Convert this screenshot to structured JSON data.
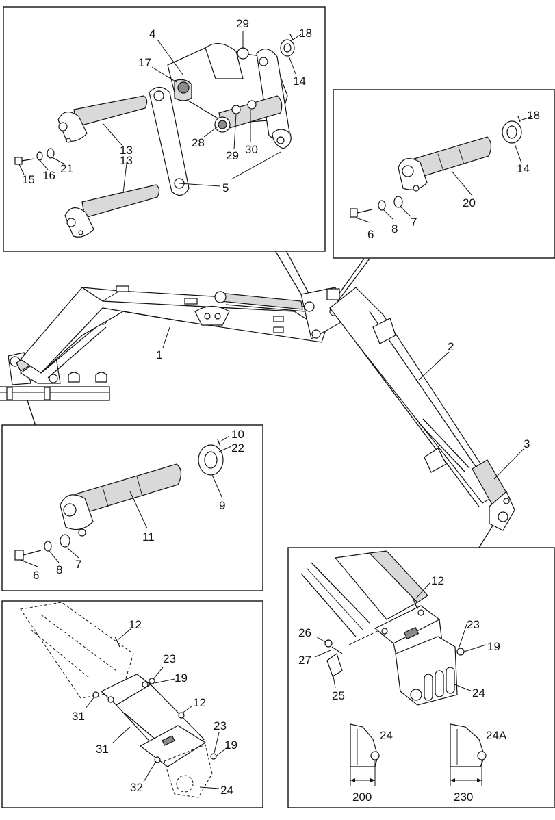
{
  "callouts": {
    "p1": [
      "4",
      "29",
      "18",
      "17",
      "14",
      "28",
      "29",
      "30",
      "13",
      "15",
      "16",
      "21",
      "13",
      "5"
    ],
    "p2": [
      "18",
      "14",
      "20",
      "6",
      "8",
      "7"
    ],
    "main": [
      "1",
      "2",
      "3"
    ],
    "p3": [
      "10",
      "22",
      "9",
      "11",
      "6",
      "8",
      "7"
    ],
    "p4": [
      "12",
      "23",
      "19",
      "31",
      "12",
      "23",
      "19",
      "31",
      "32",
      "24"
    ],
    "p5": [
      "12",
      "23",
      "19",
      "26",
      "27",
      "25",
      "24",
      "24",
      "24A"
    ]
  },
  "dimensions": {
    "left": "200",
    "right": "230"
  },
  "colors": {
    "line": "#111111",
    "shade": "#d9d9d9",
    "background": "#ffffff"
  }
}
